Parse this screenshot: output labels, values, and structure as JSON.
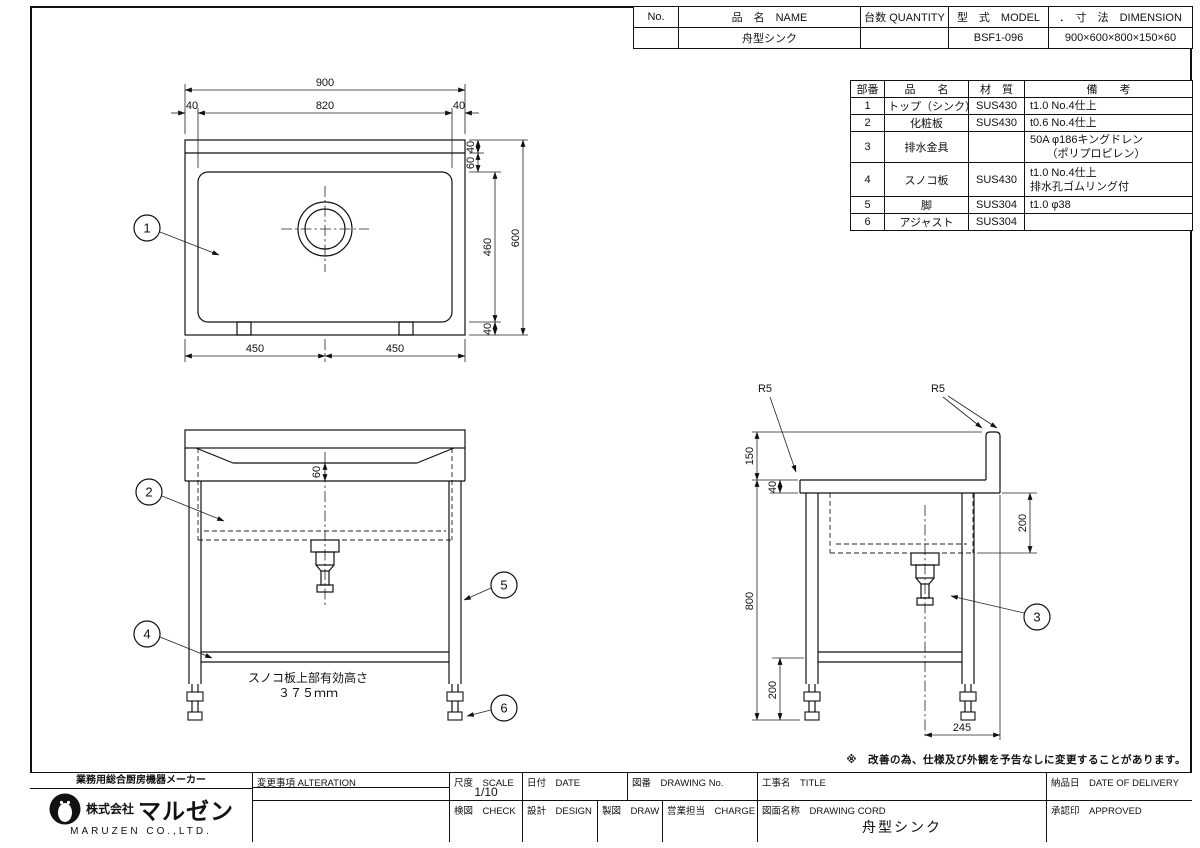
{
  "page": {
    "footnote": "※　改善の為、仕様及び外観を予告なしに変更することがあります。"
  },
  "header_table": {
    "col_no": "No.",
    "col_name": "品　名　NAME",
    "col_qty": "台数 QUANTITY",
    "col_model": "型　式　MODEL",
    "col_dim": "．　寸　法　DIMENSION",
    "val_no": "",
    "val_name": "舟型シンク",
    "val_qty": "",
    "val_model": "BSF1-096",
    "val_dim": "900×600×800×150×60"
  },
  "parts_table": {
    "col_no": "部番",
    "col_name": "品　　名",
    "col_material": "材　質",
    "col_note": "備　　考",
    "rows": [
      {
        "no": "1",
        "name": "トップ（シンク）",
        "material": "SUS430",
        "note1": "t1.0 No.4仕上",
        "note2": ""
      },
      {
        "no": "2",
        "name": "化粧板",
        "material": "SUS430",
        "note1": "t0.6 No.4仕上",
        "note2": ""
      },
      {
        "no": "3",
        "name": "排水金具",
        "material": "",
        "note1": "50A φ186キングドレン",
        "note2": "　　（ポリプロピレン）"
      },
      {
        "no": "4",
        "name": "スノコ板",
        "material": "SUS430",
        "note1": "t1.0 No.4仕上",
        "note2": "排水孔ゴムリング付"
      },
      {
        "no": "5",
        "name": "脚",
        "material": "SUS304",
        "note1": "t1.0 φ38",
        "note2": ""
      },
      {
        "no": "6",
        "name": "アジャスト",
        "material": "SUS304",
        "note1": "",
        "note2": ""
      }
    ]
  },
  "plan": {
    "dim_overall_w": "900",
    "dim_left_margin": "40",
    "dim_basin_w": "820",
    "dim_right_margin": "40",
    "dim_back": "40",
    "dim_ledge": "60",
    "dim_basin_l": "460",
    "dim_front": "40",
    "dim_depth": "600",
    "dim_half_l": "450",
    "dim_half_r": "450",
    "balloon": "1"
  },
  "front": {
    "dim_edge": "60",
    "note_line1": "スノコ板上部有効高さ",
    "note_line2": "３７５ｍｍ",
    "balloons": {
      "panel": "2",
      "leg": "5",
      "slat": "4",
      "adjuster": "6"
    }
  },
  "side": {
    "r5_left": "R5",
    "r5_right": "R5",
    "dim_backsplash": "150",
    "dim_edge": "40",
    "dim_basin_depth": "200",
    "dim_height": "800",
    "dim_clearance": "200",
    "dim_drain_offset": "245",
    "balloon_drain": "3"
  },
  "title_block": {
    "tagline": "業務用総合厨房機器メーカー",
    "company_prefix": "株式会社",
    "company_name": "マルゼン",
    "company_en": "MARUZEN CO.,LTD.",
    "alteration": "変更事項 ALTERATION",
    "scale_label": "尺度　SCALE",
    "scale_value": "1/10",
    "date_label": "日付　DATE",
    "drawing_no_label": "図番　DRAWING No.",
    "title_label": "工事名　TITLE",
    "delivery_label": "納品日　DATE OF DELIVERY",
    "check_label": "検図　CHECK",
    "design_label": "設計　DESIGN",
    "draw_label": "製図　DRAW",
    "charge_label": "営業担当　CHARGE",
    "name_label": "図面名称　DRAWING CORD",
    "name_value": "舟型シンク",
    "approved_label": "承認印　APPROVED"
  }
}
